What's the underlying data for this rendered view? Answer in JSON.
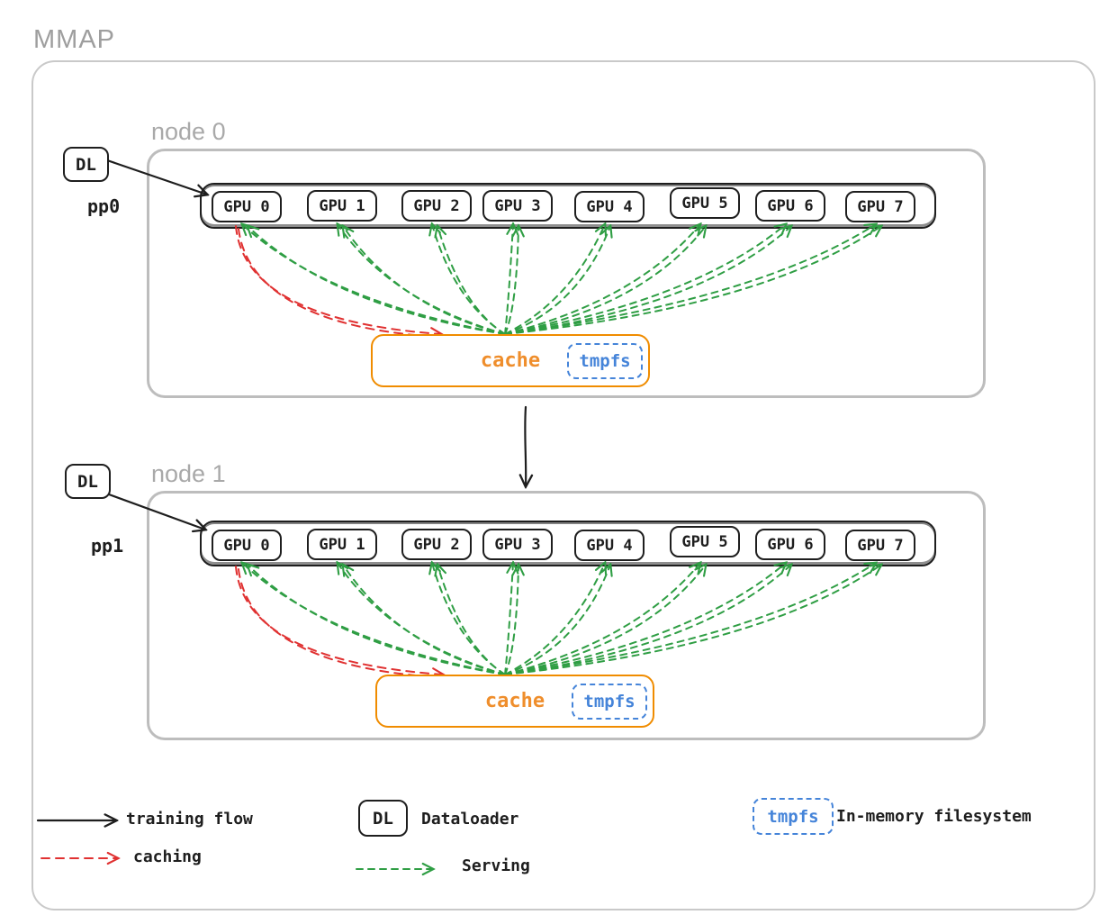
{
  "title": "MMAP",
  "nodes": [
    {
      "label": "node 0",
      "dl": "DL",
      "pp": "pp0",
      "gpus": [
        "GPU 0",
        "GPU 1",
        "GPU 2",
        "GPU 3",
        "GPU 4",
        "GPU 5",
        "GPU 6",
        "GPU 7"
      ],
      "cache_label": "cache",
      "tmpfs_label": "tmpfs"
    },
    {
      "label": "node 1",
      "dl": "DL",
      "pp": "pp1",
      "gpus": [
        "GPU 0",
        "GPU 1",
        "GPU 2",
        "GPU 3",
        "GPU 4",
        "GPU 5",
        "GPU 6",
        "GPU 7"
      ],
      "cache_label": "cache",
      "tmpfs_label": "tmpfs"
    }
  ],
  "legend": {
    "training_flow_label": "training flow",
    "caching_label": "caching",
    "dataloader_symbol": "DL",
    "dataloader_label": "Dataloader",
    "serving_label": "Serving",
    "tmpfs_symbol": "tmpfs",
    "in_memory_label": "In-memory filesystem"
  },
  "colors": {
    "training": "#1e1e1e",
    "caching": "#e03131",
    "serving": "#2f9e44",
    "cache_accent": "#f08c00",
    "tmpfs_accent": "#4584d9",
    "frame_gray": "#bdbdbd",
    "label_gray": "#9e9e9e"
  }
}
